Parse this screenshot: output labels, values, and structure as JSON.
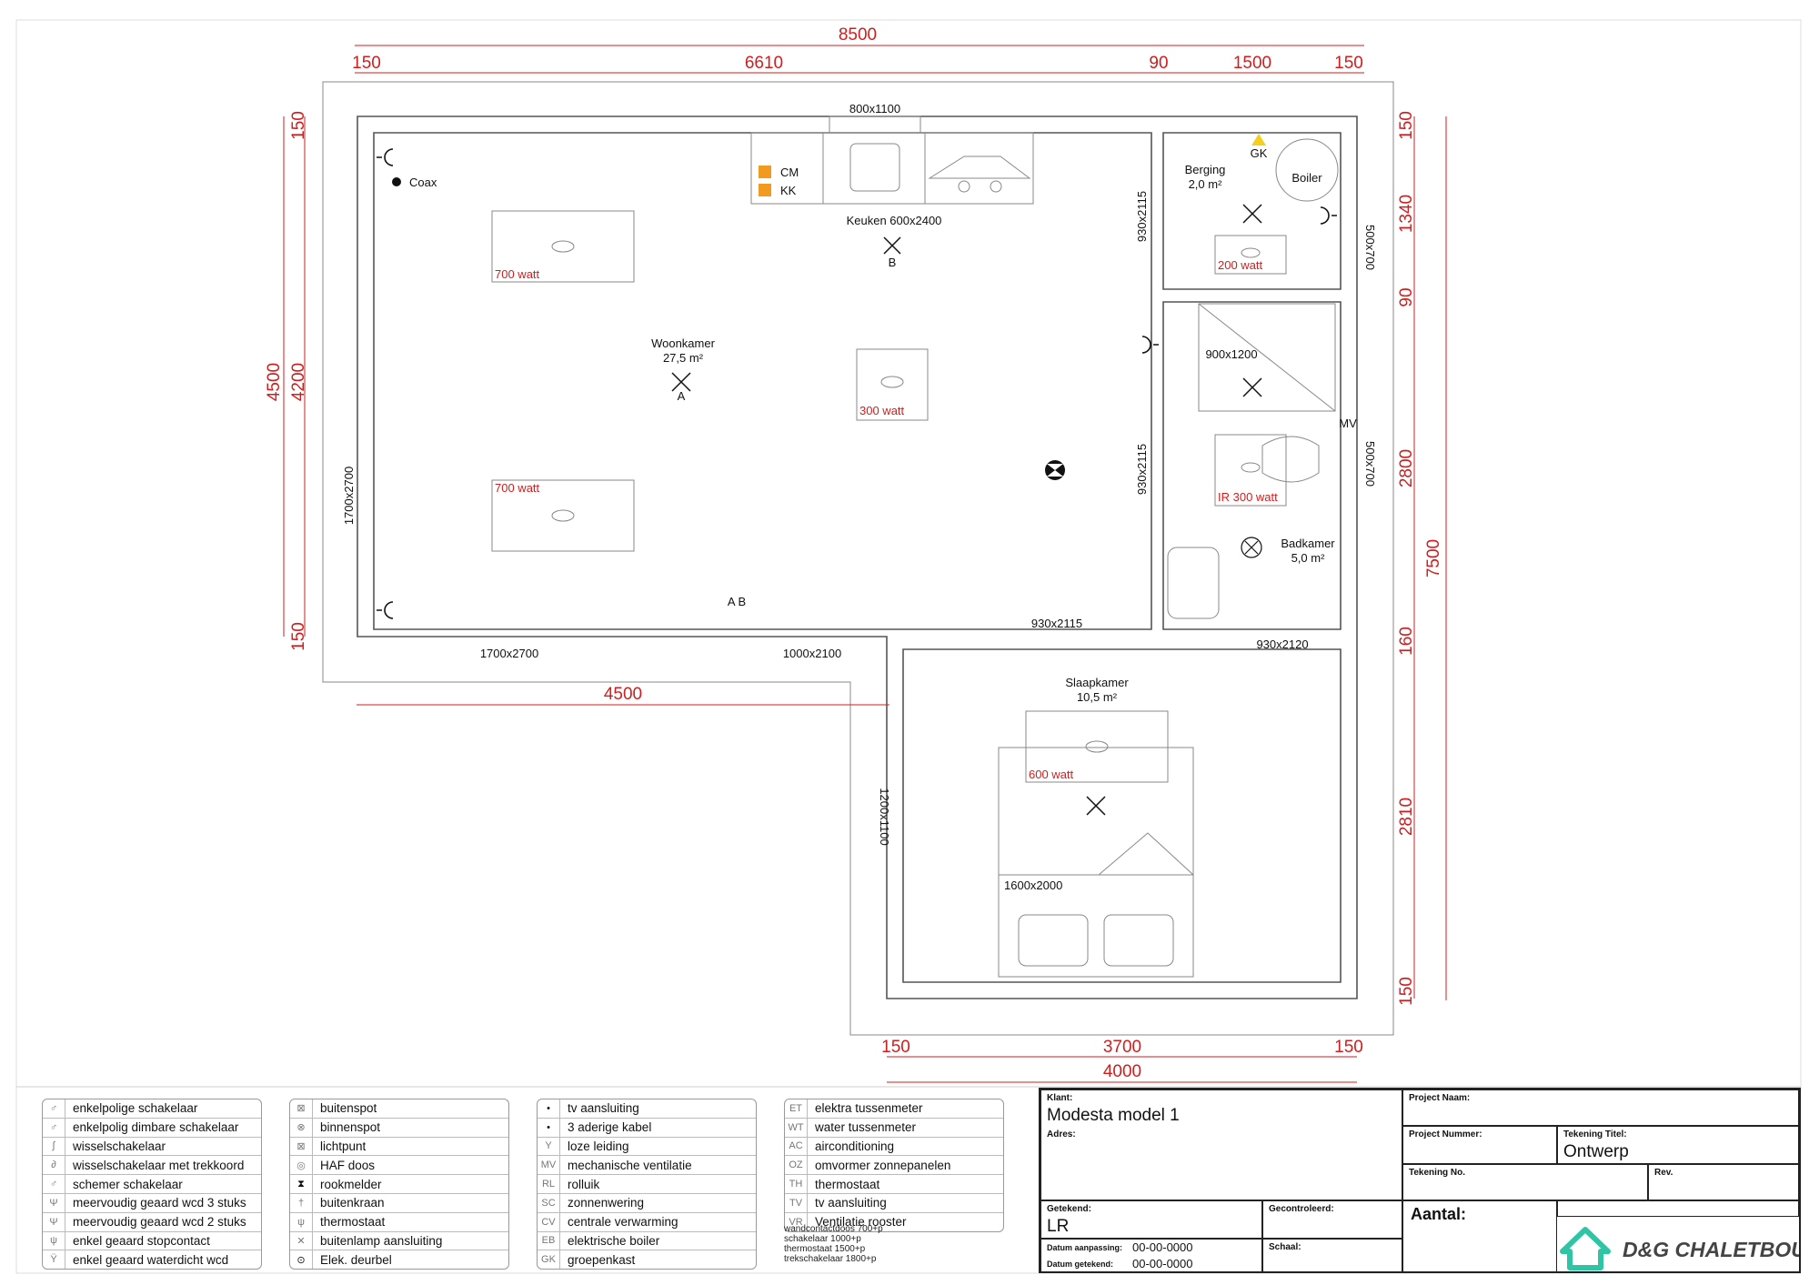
{
  "dimensions": {
    "top_total": "8500",
    "top_segments": [
      "150",
      "6610",
      "90",
      "1500",
      "150"
    ],
    "left_outer": "4500",
    "left_inner": "4200",
    "left_top": "150",
    "left_bottom": "150",
    "right_segments": [
      "150",
      "1340",
      "90",
      "2800",
      "160",
      "2810",
      "150"
    ],
    "right_total": "7500",
    "mid_horizontal": "4500",
    "bottom_segments": [
      "150",
      "3700",
      "150"
    ],
    "bottom_total": "4000"
  },
  "rooms": {
    "woonkamer": {
      "name": "Woonkamer",
      "area": "27,5 m²",
      "light_id": "A"
    },
    "keuken": {
      "label": "Keuken 600x2400",
      "light_id": "B",
      "cm": "CM",
      "kk": "KK",
      "window": "800x1100"
    },
    "berging": {
      "name": "Berging",
      "area": "2,0 m²",
      "boiler": "Boiler",
      "gk": "GK"
    },
    "badkamer": {
      "name": "Badkamer",
      "area": "5,0 m²",
      "shower": "900x1200",
      "mv": "MV"
    },
    "slaapkamer": {
      "name": "Slaapkamer",
      "area": "10,5 m²",
      "bed": "1600x2000"
    }
  },
  "labels": {
    "coax": "Coax",
    "ab": "A B",
    "window_left": "1700x2700",
    "window_bottom_left": "1700x2700",
    "door_bottom": "1000x2100",
    "door_hall": "930x2115",
    "door_bath_bottom": "930x2120",
    "door_berging": "930x2115",
    "door_bath": "930x2115",
    "window_berging": "500x700",
    "window_bath": "500x700",
    "window_slaap": "1200x1100"
  },
  "heaters": [
    {
      "watt": "700 watt"
    },
    {
      "watt": "700 watt"
    },
    {
      "watt": "300 watt"
    },
    {
      "watt": "200 watt"
    },
    {
      "watt": "IR 300 watt"
    },
    {
      "watt": "600 watt"
    }
  ],
  "legend": {
    "col1": [
      "enkelpolige schakelaar",
      "enkelpolig dimbare schakelaar",
      "wisselschakelaar",
      "wisselschakelaar met trekkoord",
      "schemer schakelaar",
      "meervoudig geaard wcd 3 stuks",
      "meervoudig geaard wcd 2 stuks",
      "enkel geaard stopcontact",
      "enkel geaard waterdicht wcd"
    ],
    "col2": [
      "buitenspot",
      "binnenspot",
      "lichtpunt",
      "HAF doos",
      "rookmelder",
      "buitenkraan",
      "thermostaat",
      "buitenlamp aansluiting",
      "Elek. deurbel"
    ],
    "col3": [
      {
        "code": "",
        "text": "tv aansluiting"
      },
      {
        "code": "",
        "text": "3 aderige kabel"
      },
      {
        "code": "",
        "text": "loze leiding"
      },
      {
        "code": "MV",
        "text": "mechanische ventilatie"
      },
      {
        "code": "RL",
        "text": "rolluik"
      },
      {
        "code": "SC",
        "text": "zonnenwering"
      },
      {
        "code": "CV",
        "text": "centrale verwarming"
      },
      {
        "code": "EB",
        "text": "elektrische boiler"
      },
      {
        "code": "GK",
        "text": "groepenkast"
      }
    ],
    "col4": [
      {
        "code": "ET",
        "text": "elektra tussenmeter"
      },
      {
        "code": "WT",
        "text": "water tussenmeter"
      },
      {
        "code": "AC",
        "text": "airconditioning"
      },
      {
        "code": "OZ",
        "text": "omvormer zonnepanelen"
      },
      {
        "code": "TH",
        "text": "thermostaat"
      },
      {
        "code": "TV",
        "text": "tv aansluiting"
      },
      {
        "code": "VR",
        "text": "Ventilatie rooster"
      }
    ],
    "notes": [
      "wandcontactdoos 700+p",
      "schakelaar 1000+p",
      "thermostaat 1500+p",
      "trekschakelaar 1800+p"
    ]
  },
  "titleblock": {
    "klant_label": "Klant:",
    "klant": "Modesta model 1",
    "adres_label": "Adres:",
    "project_naam_label": "Project Naam:",
    "project_nummer_label": "Project Nummer:",
    "tekening_titel_label": "Tekening Titel:",
    "tekening_titel": "Ontwerp",
    "tekening_no_label": "Tekening No.",
    "rev_label": "Rev.",
    "getekend_label": "Getekend:",
    "getekend": "LR",
    "gecontroleerd_label": "Gecontroleerd:",
    "datum_aanpassing_label": "Datum aanpassing:",
    "datum_aanpassing": "00-00-0000",
    "datum_getekend_label": "Datum getekend:",
    "datum_getekend": "00-00-0000",
    "schaal_label": "Schaal:",
    "aantal_label": "Aantal:",
    "logo_text": "D&G CHALETBOUW"
  },
  "colors": {
    "dimension": "#d01e1e",
    "logo": "#2ec4a4",
    "wall": "#555555"
  }
}
